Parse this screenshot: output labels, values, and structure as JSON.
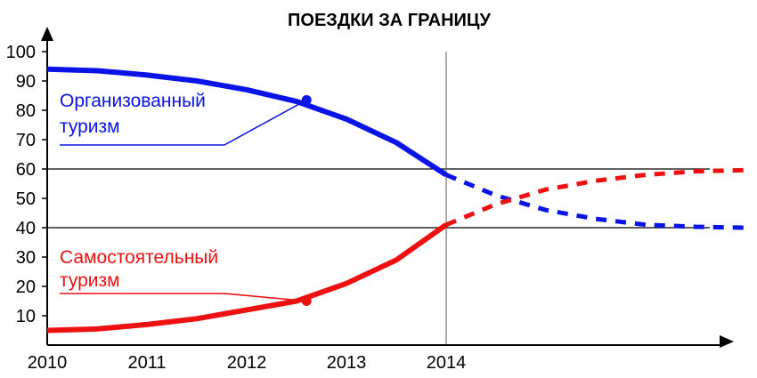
{
  "chart_data": {
    "type": "line",
    "title": "ПОЕЗДКИ ЗА ГРАНИЦУ",
    "xlabel": "",
    "ylabel": "",
    "xlim": [
      2010,
      2017
    ],
    "ylim": [
      0,
      105
    ],
    "x_ticks": [
      "2010",
      "2011",
      "2012",
      "2013",
      "2014"
    ],
    "y_ticks": [
      "10",
      "20",
      "30",
      "40",
      "50",
      "60",
      "70",
      "80",
      "90",
      "100"
    ],
    "reference_lines_y": [
      40,
      60
    ],
    "vertical_marker_x": 2014,
    "series": [
      {
        "name": "Организованный туризм",
        "color": "#0a14e6",
        "x": [
          2010,
          2010.5,
          2011,
          2011.5,
          2012,
          2012.5,
          2013,
          2013.5,
          2014
        ],
        "y": [
          94,
          93.5,
          92,
          90,
          87,
          83,
          77,
          69,
          58
        ],
        "forecast_x": [
          2014,
          2014.5,
          2015,
          2015.5,
          2016,
          2016.5,
          2017
        ],
        "forecast_y": [
          58,
          51,
          46,
          43,
          41,
          40.3,
          40
        ],
        "marker": {
          "x": 2012.6,
          "y": 83.5
        }
      },
      {
        "name": "Самостоятельный туризм",
        "color": "#ee1111",
        "x": [
          2010,
          2010.5,
          2011,
          2011.5,
          2012,
          2012.5,
          2013,
          2013.5,
          2014
        ],
        "y": [
          5,
          5.5,
          7,
          9,
          12,
          15,
          21,
          29,
          41
        ],
        "forecast_x": [
          2014,
          2014.5,
          2015,
          2015.5,
          2016,
          2016.5,
          2017
        ],
        "forecast_y": [
          41,
          48,
          53,
          56,
          58,
          59.2,
          59.6
        ],
        "marker": {
          "x": 2012.6,
          "y": 15
        }
      }
    ],
    "annotations": [
      {
        "line1": "Организованный",
        "line2": "туризм",
        "color": "#0a14e6"
      },
      {
        "line1": "Самостоятельный",
        "line2": "туризм",
        "color": "#ee1111"
      }
    ]
  }
}
